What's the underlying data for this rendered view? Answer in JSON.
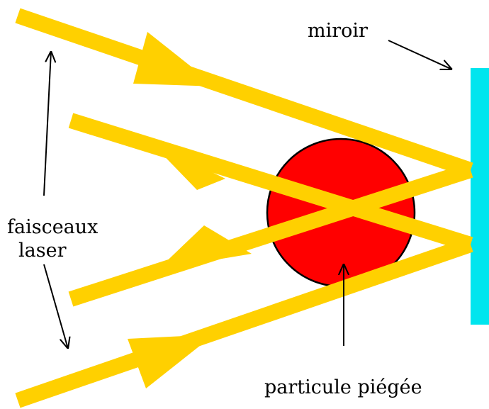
{
  "labels": {
    "mirror": "miroir",
    "beams_line1": "faisceaux",
    "beams_line2": "laser",
    "particle": "particule piégée"
  },
  "colors": {
    "beam": "#FFD000",
    "particle": "#FF0000",
    "particle_outline": "#000000",
    "mirror": "#00E5EE",
    "arrow": "#000000",
    "background": "#FFFFFF"
  }
}
